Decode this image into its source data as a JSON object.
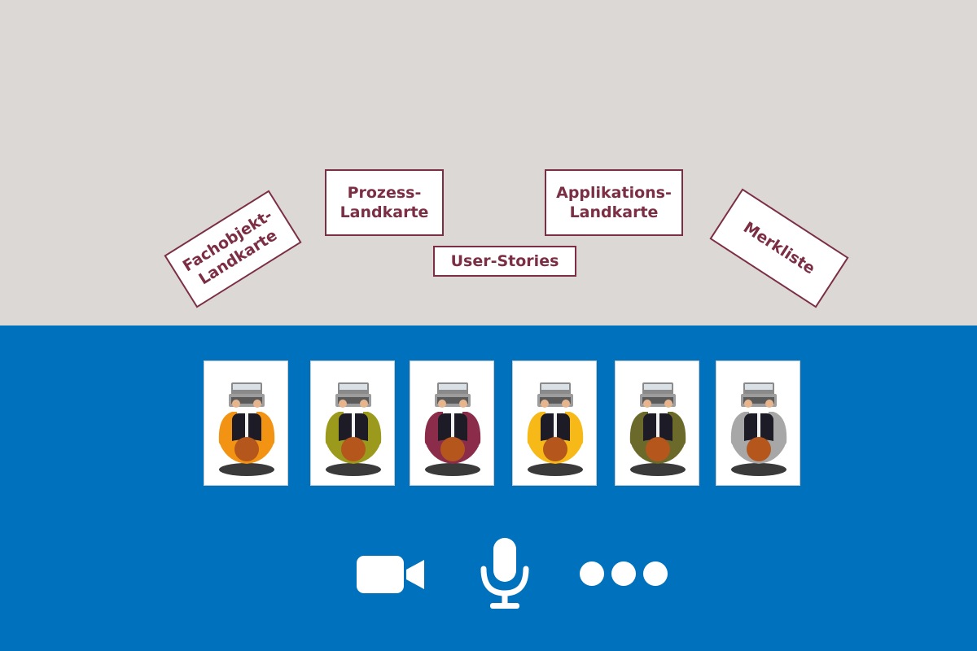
{
  "cards": [
    {
      "id": "fachobjekt",
      "label": "Fachobjekt-\nLandkarte"
    },
    {
      "id": "prozess",
      "label": "Prozess-\nLandkarte"
    },
    {
      "id": "user-stories",
      "label": "User-Stories"
    },
    {
      "id": "applikations",
      "label": "Applikations-\nLandkarte"
    },
    {
      "id": "merkliste",
      "label": "Merkliste"
    }
  ],
  "participants": [
    {
      "shirt": "#f39314"
    },
    {
      "shirt": "#9c9a1c"
    },
    {
      "shirt": "#8b2d4a"
    },
    {
      "shirt": "#f6b917"
    },
    {
      "shirt": "#6b6a2b"
    },
    {
      "shirt": "#a7a7a7"
    }
  ],
  "controls": {
    "camera": "camera-icon",
    "microphone": "microphone-icon",
    "more": "more-options-icon"
  },
  "colors": {
    "whiteboard": "#dcd8d5",
    "bar": "#0071bc",
    "card_border": "#7b2e44",
    "hair": "#b5561d",
    "laptop": "#8a8a8a",
    "suit": "#1c1b26"
  }
}
